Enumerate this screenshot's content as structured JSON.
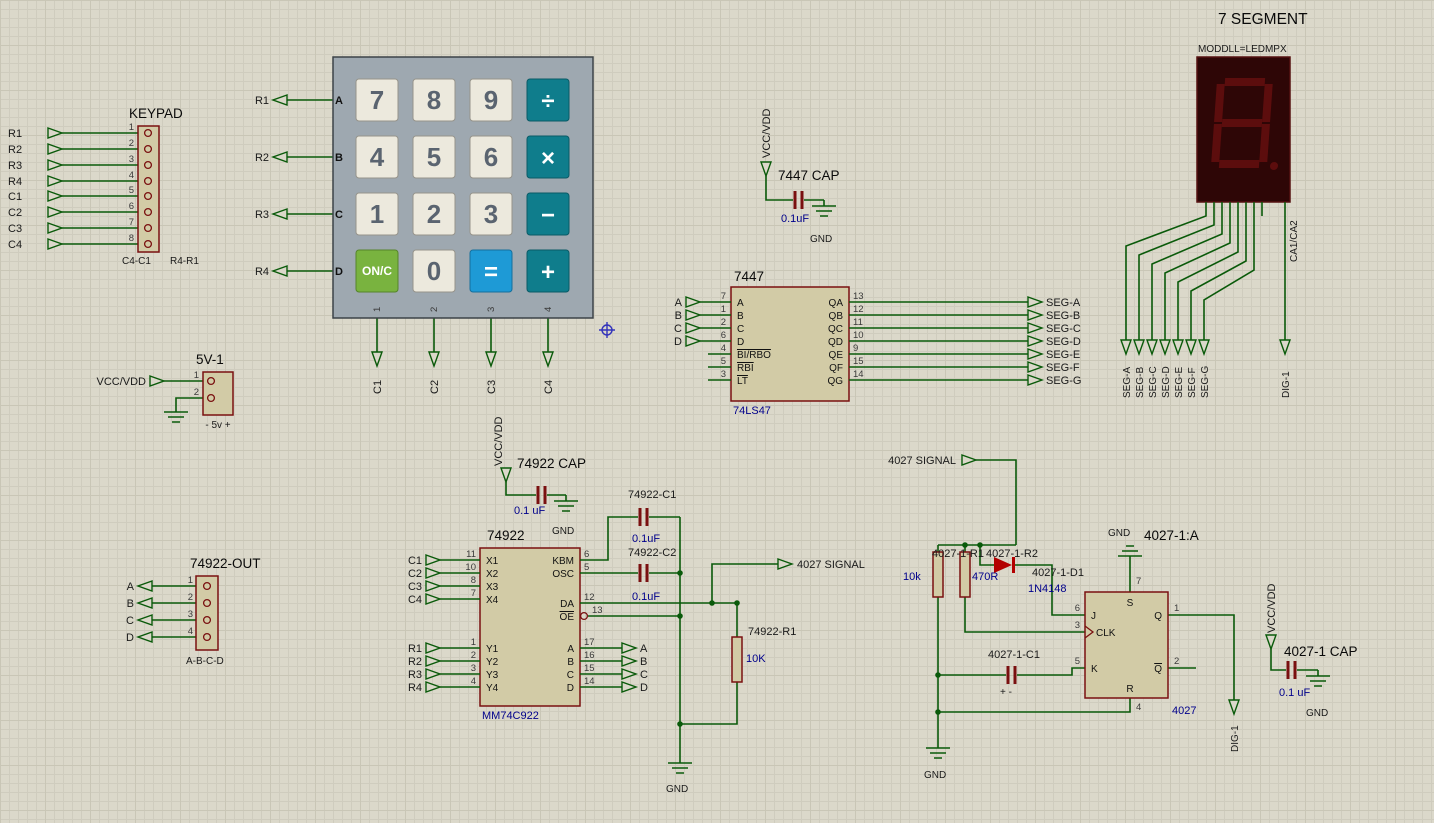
{
  "titles": {
    "seg7": "7 SEGMENT",
    "segmodel": "MODDLL=LEDMPX",
    "u7447": "7447",
    "u7447p": "74LS47",
    "c7447": "7447 CAP",
    "u74922": "74922",
    "u74922p": "MM74C922",
    "c74922": "74922 CAP",
    "kconn": "KEYPAD",
    "pwr": "5V-1",
    "oconn": "74922-OUT",
    "u4027": "4027-1:A",
    "u4027p": "4027",
    "c4027": "4027-1 CAP"
  },
  "labels": {
    "vcc": "VCC/VDD",
    "gnd": "GND",
    "sig": "4027 SIGNAL",
    "dig1": "DIG-1",
    "ca": "CA1/CA2",
    "pol": "- 5v +",
    "kbl": "C4-C1",
    "kbr": "R4-R1",
    "obot": "A-B-C-D",
    "plus": "+ -"
  },
  "vals": {
    "c7447": "0.1uF",
    "c74922": "0.1 uF",
    "c1n": "74922-C1",
    "c1v": "0.1uF",
    "c2n": "74922-C2",
    "c2v": "0.1uF",
    "r1n": "74922-R1",
    "r1v": "10K",
    "ran": "4027-1-R1",
    "rav": "10k",
    "rbn": "4027-1-R2",
    "rbv": "470R",
    "dn": "4027-1-D1",
    "dv": "1N4148",
    "cn": "4027-1-C1",
    "c4027": "0.1 uF"
  },
  "kconn": {
    "labels": [
      "R1",
      "R2",
      "R3",
      "R4",
      "C1",
      "C2",
      "C3",
      "C4"
    ],
    "pins": [
      "1",
      "2",
      "3",
      "4",
      "5",
      "6",
      "7",
      "8"
    ]
  },
  "pwr": {
    "pins": [
      "1",
      "2"
    ]
  },
  "oconn": {
    "labels": [
      "A",
      "B",
      "C",
      "D"
    ],
    "pins": [
      "1",
      "2",
      "3",
      "4"
    ]
  },
  "calc": {
    "keys": [
      "7",
      "8",
      "9",
      "÷",
      "4",
      "5",
      "6",
      "×",
      "1",
      "2",
      "3",
      "−",
      "ON/C",
      "0",
      "=",
      "+"
    ],
    "rows": [
      "R1",
      "R2",
      "R3",
      "R4"
    ],
    "letters": [
      "A",
      "B",
      "C",
      "D"
    ],
    "colnums": [
      "1",
      "2",
      "3",
      "4"
    ],
    "cols": [
      "C1",
      "C2",
      "C3",
      "C4"
    ]
  },
  "u7447": {
    "lp": [
      "7",
      "1",
      "2",
      "6",
      "4",
      "5",
      "3"
    ],
    "ln": [
      "A",
      "B",
      "C",
      "D",
      "BI/RBO",
      "RBI",
      "LT"
    ],
    "rp": [
      "13",
      "12",
      "11",
      "10",
      "9",
      "15",
      "14"
    ],
    "rn": [
      "QA",
      "QB",
      "QC",
      "QD",
      "QE",
      "QF",
      "QG"
    ],
    "ins": [
      "A",
      "B",
      "C",
      "D"
    ]
  },
  "segs": [
    "SEG-A",
    "SEG-B",
    "SEG-C",
    "SEG-D",
    "SEG-E",
    "SEG-F",
    "SEG-G"
  ],
  "u74922": {
    "lp": [
      "11",
      "10",
      "8",
      "7",
      "1",
      "2",
      "3",
      "4"
    ],
    "ln": [
      "X1",
      "X2",
      "X3",
      "X4",
      "Y1",
      "Y2",
      "Y3",
      "Y4"
    ],
    "rp": [
      "6",
      "5",
      "12",
      "13",
      "17",
      "16",
      "15",
      "14"
    ],
    "rn": [
      "KBM",
      "OSC",
      "DA",
      "OE",
      "A",
      "B",
      "C",
      "D"
    ],
    "int": [
      "C1",
      "C2",
      "C3",
      "C4"
    ],
    "inb": [
      "R1",
      "R2",
      "R3",
      "R4"
    ],
    "outs": [
      "A",
      "B",
      "C",
      "D"
    ]
  },
  "u4027": {
    "j": "J",
    "jn": "6",
    "clk": "CLK",
    "clkn": "3",
    "k": "K",
    "kn": "5",
    "s": "S",
    "sn": "7",
    "r": "R",
    "rn": "4",
    "q": "Q",
    "qn": "1",
    "qb": "Q",
    "qbn": "2"
  }
}
